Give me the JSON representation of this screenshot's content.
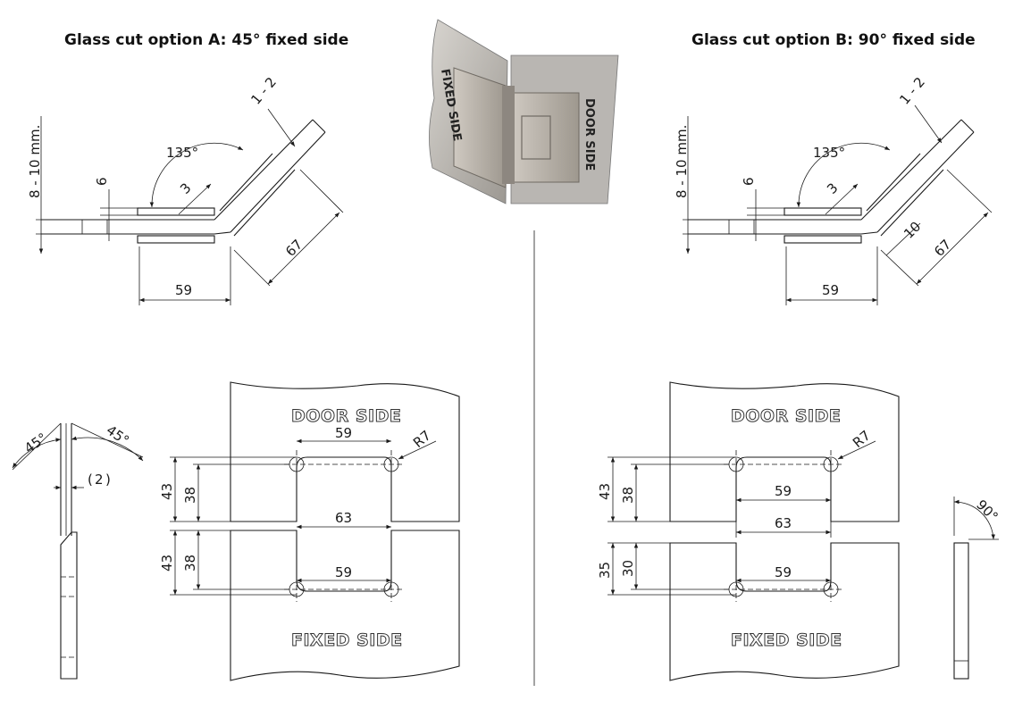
{
  "titles": {
    "option_a": "Glass cut option A: 45° fixed side",
    "option_b": "Glass cut option B: 90° fixed side"
  },
  "photo": {
    "fixed_label": "FIXED SIDE",
    "door_label": "DOOR SIDE"
  },
  "top_a": {
    "thickness": "8 - 10 mm.",
    "angle": "135°",
    "gap": "1 - 2",
    "d6": "6",
    "d3": "3",
    "d67": "67",
    "d59": "59"
  },
  "top_b": {
    "thickness": "8 - 10 mm.",
    "angle": "135°",
    "gap": "1 - 2",
    "d6": "6",
    "d3": "3",
    "d10": "10",
    "d67": "67",
    "d59": "59"
  },
  "edge_a": {
    "left_angle": "45°",
    "right_angle": "45°",
    "gap": "2"
  },
  "cut_a": {
    "door_label": "DOOR SIDE",
    "fixed_label": "FIXED SIDE",
    "top_width": "59",
    "radius": "R7",
    "door_h1": "43",
    "door_h2": "38",
    "gap_width": "63",
    "fixed_h1": "43",
    "fixed_h2": "38",
    "bottom_width": "59"
  },
  "cut_b": {
    "door_label": "DOOR SIDE",
    "fixed_label": "FIXED SIDE",
    "radius": "R7",
    "door_h1": "43",
    "door_h2": "38",
    "top_width": "59",
    "gap_width": "63",
    "fixed_h1": "35",
    "fixed_h2": "30",
    "bottom_width": "59"
  },
  "edge_b": {
    "angle": "90°"
  }
}
